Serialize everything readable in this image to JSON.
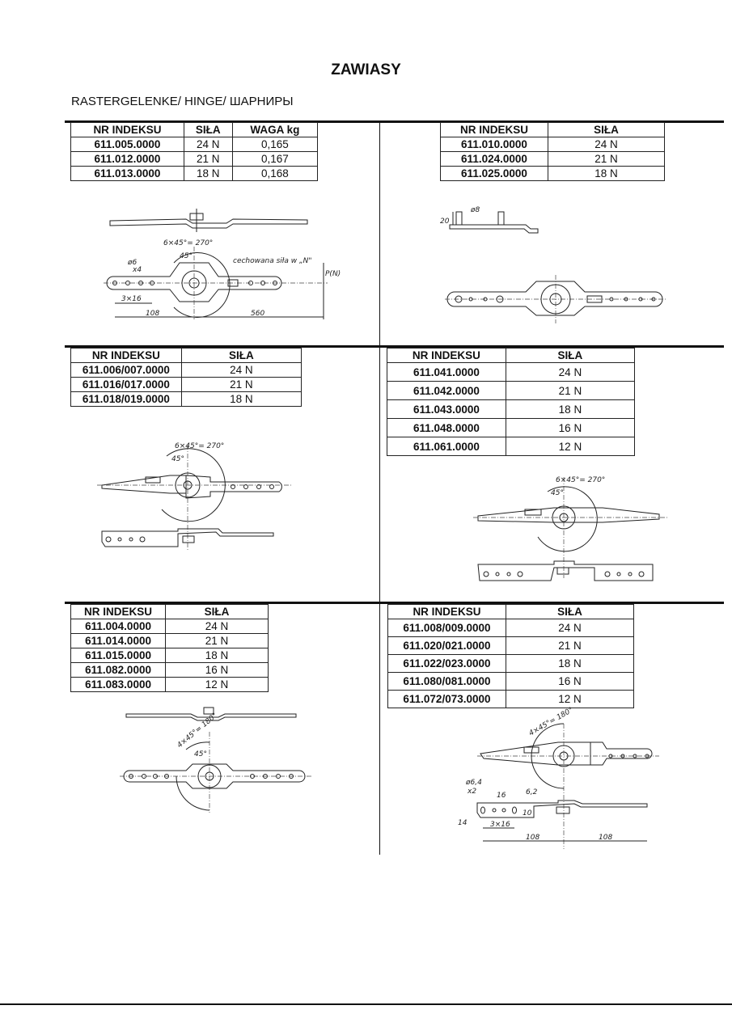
{
  "title": "ZAWIASY",
  "subtitle": "RASTERGELENKE/ HINGE/ ШАРНИРЫ",
  "headers": {
    "index": "NR  INDEKSU",
    "force": "SIŁA",
    "weight": "WAGA kg"
  },
  "panels": [
    {
      "rows": [
        [
          "611.005.0000",
          "24 N",
          "0,165"
        ],
        [
          "611.012.0000",
          "21 N",
          "0,167"
        ],
        [
          "611.013.0000",
          "18 N",
          "0,168"
        ]
      ],
      "annotations": {
        "angle": "6×45°= 270°",
        "step": "45°",
        "hole": "ø6",
        "hole_count": "x4",
        "calib": "cechowana siła w „N\"",
        "force": "P(N)",
        "pitch": "3×16",
        "dim1": "108",
        "dim2": "560"
      }
    },
    {
      "rows": [
        [
          "611.010.0000",
          "24 N"
        ],
        [
          "611.024.0000",
          "21 N"
        ],
        [
          "611.025.0000",
          "18 N"
        ]
      ],
      "annotations": {
        "diam": "ø8",
        "height": "20"
      }
    },
    {
      "rows": [
        [
          "611.006/007.0000",
          "24 N"
        ],
        [
          "611.016/017.0000",
          "21 N"
        ],
        [
          "611.018/019.0000",
          "18 N"
        ]
      ],
      "annotations": {
        "angle": "6×45°= 270°",
        "step": "45°"
      }
    },
    {
      "rows": [
        [
          "611.041.0000",
          "24 N"
        ],
        [
          "611.042.0000",
          "21 N"
        ],
        [
          "611.043.0000",
          "18 N"
        ],
        [
          "611.048.0000",
          "16 N"
        ],
        [
          "611.061.0000",
          "12 N"
        ]
      ],
      "annotations": {
        "angle": "6×45°= 270°",
        "step": "45°"
      }
    },
    {
      "rows": [
        [
          "611.004.0000",
          "24 N"
        ],
        [
          "611.014.0000",
          "21 N"
        ],
        [
          "611.015.0000",
          "18 N"
        ],
        [
          "611.082.0000",
          "16 N"
        ],
        [
          "611.083.0000",
          "12 N"
        ]
      ],
      "annotations": {
        "angle": "4×45°= 180°",
        "step": "45°"
      }
    },
    {
      "rows": [
        [
          "611.008/009.0000",
          "24 N"
        ],
        [
          "611.020/021.0000",
          "21 N"
        ],
        [
          "611.022/023.0000",
          "18 N"
        ],
        [
          "611.080/081.0000",
          "16 N"
        ],
        [
          "611.072/073.0000",
          "12 N"
        ]
      ],
      "annotations": {
        "angle": "4×45°= 180°",
        "hole": "ø6,4",
        "hole_count": "x2",
        "d16": "16",
        "d62": "6,2",
        "d10": "10",
        "d14": "14",
        "pitch": "3×16",
        "dim1": "108",
        "dim2": "108"
      }
    }
  ]
}
